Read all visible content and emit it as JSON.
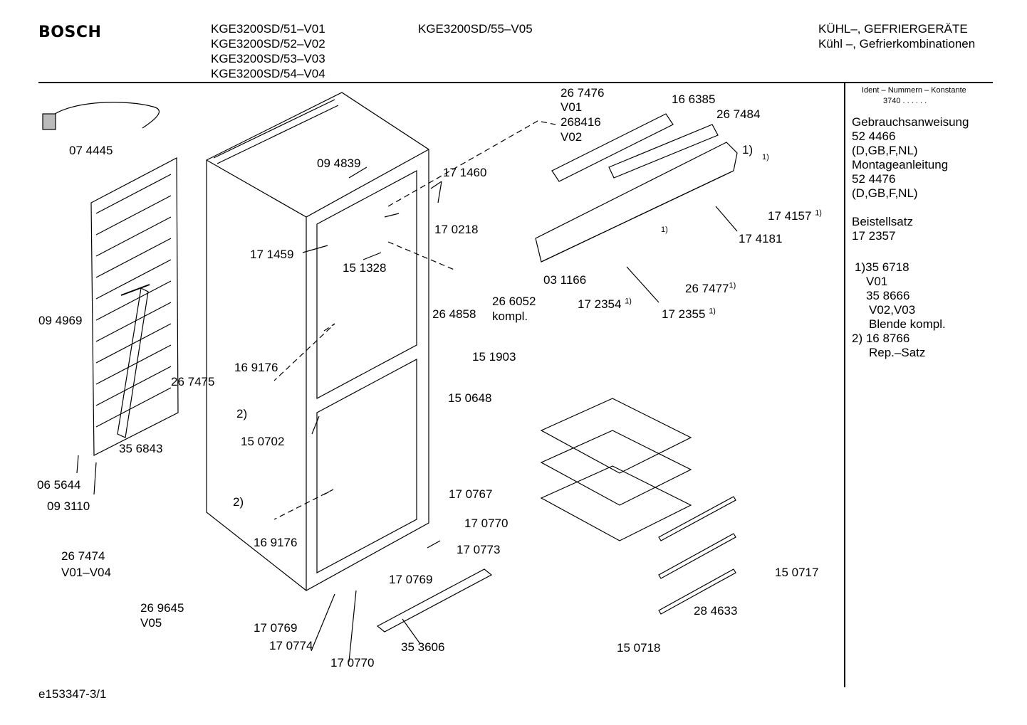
{
  "header": {
    "brand": "BOSCH",
    "models_col1": [
      "KGE3200SD/51–V01",
      "KGE3200SD/52–V02",
      "KGE3200SD/53–V03",
      "KGE3200SD/54–V04"
    ],
    "models_col2": "KGE3200SD/55–V05",
    "title_1": "KÜHL–, GEFRIERGERÄTE",
    "title_2": "Kühl –, Gefrierkombinationen"
  },
  "sidebar": {
    "ident_label": "Ident – Nummern – Konstante",
    "ident_value": "3740 .  .  .  .  .  .",
    "lines": [
      "Gebrauchsanweisung",
      "52 4466",
      "(D,GB,F,NL)",
      "Montageanleitung",
      "52 4476",
      "(D,GB,F,NL)",
      "",
      "Beistellsatz",
      "172357"
    ],
    "beistellsatz_value": "17 2357",
    "notes": [
      "1)35 6718",
      "V01",
      "35 8666",
      "V02,V03",
      "Blende kompl.",
      "2)  16 8766",
      "Rep.–Satz"
    ]
  },
  "parts": {
    "p074445": "07 4445",
    "p094839": "09 4839",
    "p171460": "17 1460",
    "p267476": "26 7476",
    "v01": "V01",
    "p268416": "268416",
    "v02": "V02",
    "p166385": "16 6385",
    "p267484": "26 7484",
    "n1a": "1)",
    "n1b": "1)",
    "p174157": "17 4157",
    "p174181": "17 4181",
    "p170218": "17 0218",
    "p171459": "17 1459",
    "p151328": "15 1328",
    "p266052": "26 6052",
    "kompl": "kompl.",
    "p264858": "26 4858",
    "p031166": "03 1166",
    "n1c": "1)",
    "p172354": "17 2354",
    "p172355": "17 2355",
    "p267477": "26 7477",
    "p094969": "09 4969",
    "p169176a": "16 9176",
    "n2a": "2)",
    "p267475": "26 7475",
    "p151903": "15 1903",
    "p150648": "15 0648",
    "p356843": "35 6843",
    "p150702": "15 0702",
    "p065644": "06 5644",
    "p093110": "09 3110",
    "n2b": "2)",
    "p169176b": "16 9176",
    "p170767": "17 0767",
    "p170770a": "17 0770",
    "p170773": "17 0773",
    "p267474": "26 7474",
    "v01v04": "V01–V04",
    "p170769a": "17 0769",
    "p150717": "15 0717",
    "p269645": "26 9645",
    "v05": "V05",
    "p170769b": "17 0769",
    "p170774": "17 0774",
    "p353606": "35 3606",
    "p284633": "28 4633",
    "p150718": "15 0718",
    "p170770b": "17 0770"
  },
  "footer": {
    "code": "e153347-3/1"
  }
}
